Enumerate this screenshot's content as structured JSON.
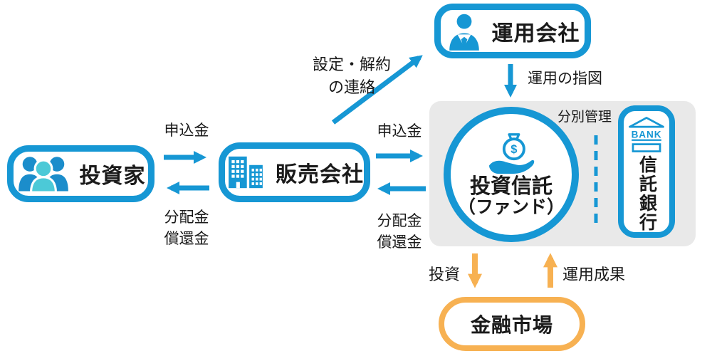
{
  "colors": {
    "blue": "#1697d4",
    "people_side_blue": "#1b8dcb",
    "people_center_teal": "#4cc9d7",
    "orange": "#f7b152",
    "panel_gray": "#e9e9e9",
    "text": "#1a1a1a"
  },
  "nodes": {
    "investor": {
      "label": "投資家",
      "icon": "people-icon"
    },
    "distributor": {
      "label": "販売会社",
      "icon": "building-icon"
    },
    "management": {
      "label": "運用会社",
      "icon": "businessman-icon"
    },
    "fund": {
      "line1": "投資信託",
      "line2": "（ファンド）",
      "icon": "money-hand-icon",
      "bag_symbol": "$"
    },
    "trust_bank": {
      "label": "信託銀行",
      "icon": "bank-icon",
      "bank_sign": "BANK"
    },
    "market": {
      "label": "金融市場"
    }
  },
  "labels": {
    "investor_to_distributor": {
      "top": "申込金",
      "bottom1": "分配金",
      "bottom2": "償還金"
    },
    "distributor_to_fund": {
      "top": "申込金",
      "bottom1": "分配金",
      "bottom2": "償還金"
    },
    "setup_notice": {
      "line1": "設定・解約",
      "line2": "の連絡"
    },
    "management_instruction": "運用の指図",
    "separate_management": "分別管理",
    "investment": "投資",
    "investment_results": "運用成果"
  }
}
